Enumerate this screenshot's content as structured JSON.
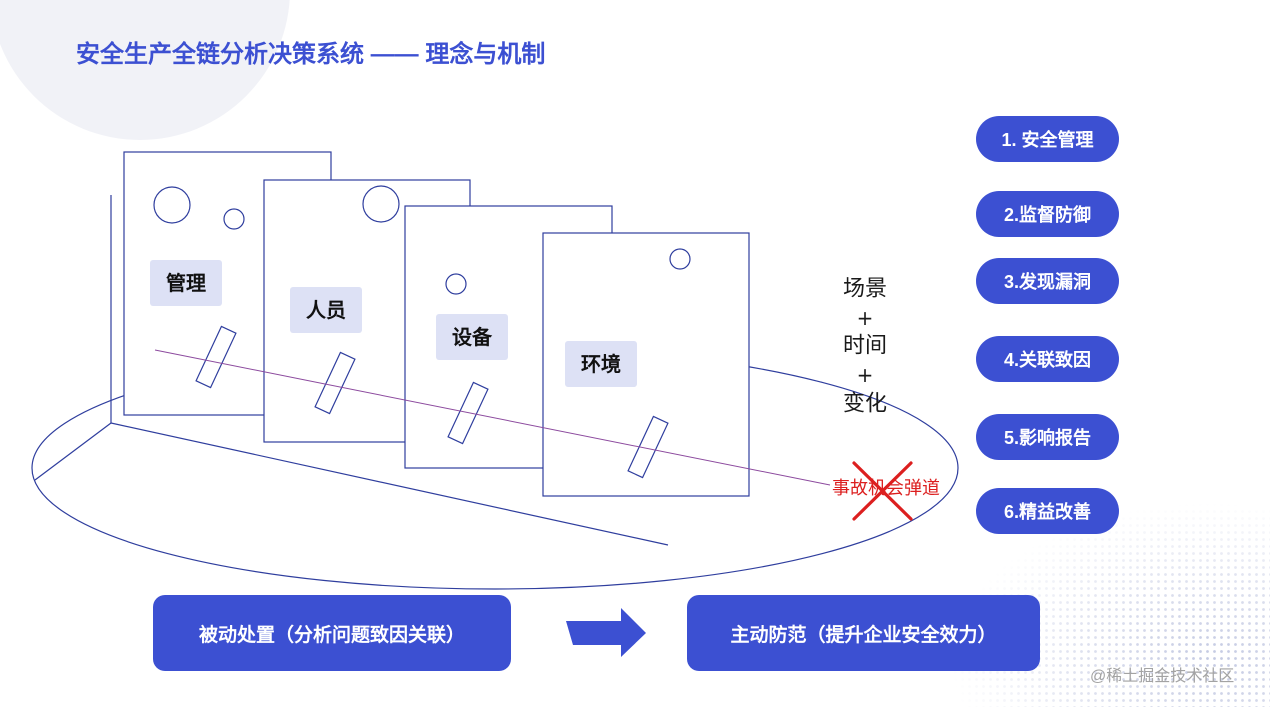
{
  "title": "安全生产全链分析决策系统 —— 理念与机制",
  "layers": [
    {
      "label": "管理"
    },
    {
      "label": "人员"
    },
    {
      "label": "设备"
    },
    {
      "label": "环境"
    }
  ],
  "conditions": [
    "场景",
    "+",
    "时间",
    "+",
    "变化"
  ],
  "trajectory": {
    "label": "事故机会弹道",
    "blocked_icon": "cross-icon"
  },
  "steps": [
    "1. 安全管理",
    "2.监督防御",
    "3.发现漏洞",
    "4.关联致因",
    "5.影响报告",
    "6.精益改善"
  ],
  "flow": {
    "from_label": "被动处置（分析问题致因关联）",
    "arrow_icon": "arrow-right-icon",
    "to_label": "主动防范（提升企业安全效力）"
  },
  "watermark": "@稀土掘金技术社区",
  "colors": {
    "accent": "#3c50d2",
    "label_bg": "#dde1f5",
    "outline": "#2f3e9e",
    "trajectory": "#8c4a9e",
    "alert": "#dc1f1f",
    "watermark": "#a3a3a3"
  }
}
